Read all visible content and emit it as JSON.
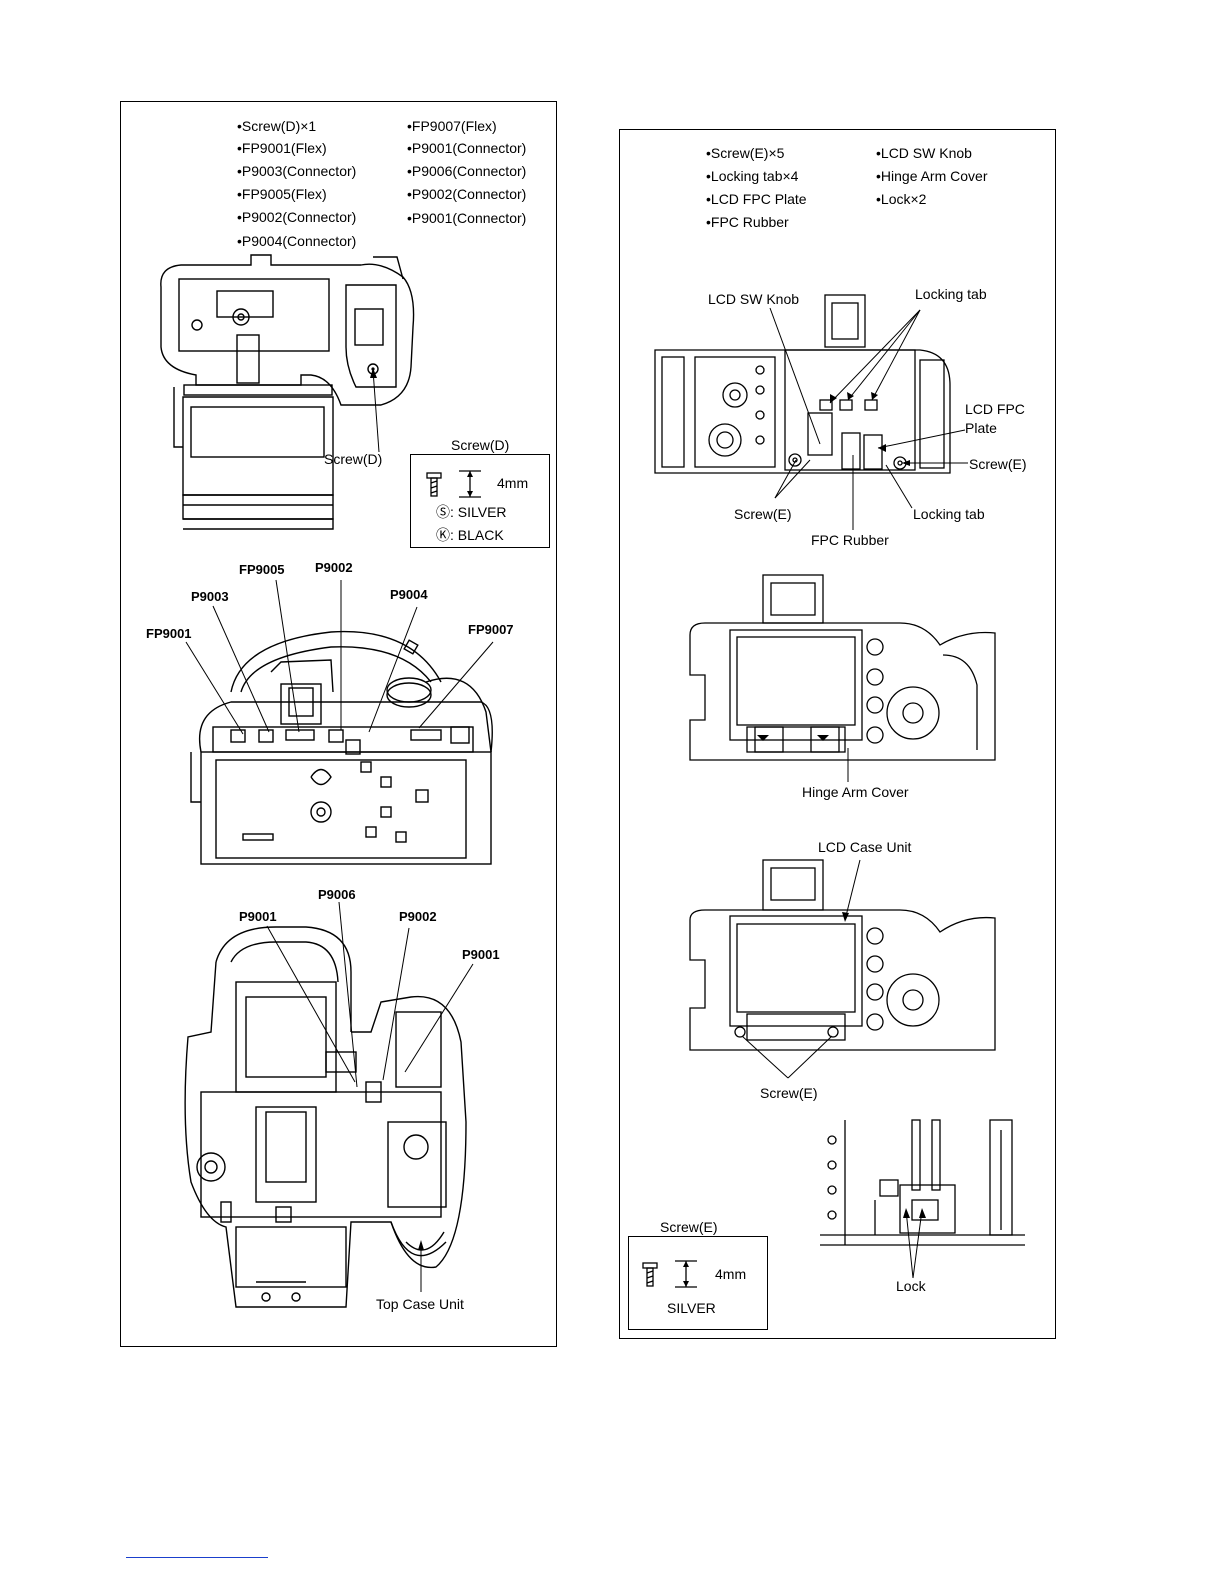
{
  "left_panel": {
    "parts_list": [
      "•Screw(D)×1",
      "•FP9001(Flex)",
      "•P9003(Connector)",
      "•FP9005(Flex)",
      "•P9002(Connector)",
      "•P9004(Connector)",
      "•FP9007(Flex)",
      "•P9001(Connector)",
      "•P9006(Connector)",
      "•P9002(Connector)",
      "•P9001(Connector)"
    ],
    "step1_label": "Screw(D)",
    "screw_spec": {
      "title": "Screw(D)",
      "length": "4mm",
      "silver": "Ⓢ: SILVER",
      "black": "Ⓚ: BLACK"
    },
    "step2_labels": {
      "fp9005": "FP9005",
      "p9002": "P9002",
      "p9003": "P9003",
      "p9004": "P9004",
      "fp9001": "FP9001",
      "fp9007": "FP9007"
    },
    "step3_labels": {
      "p9006": "P9006",
      "p9001a": "P9001",
      "p9002": "P9002",
      "p9001b": "P9001",
      "top_case": "Top Case Unit"
    }
  },
  "right_panel": {
    "parts_list": [
      "•Screw(E)×5",
      "•Locking tab×4",
      "•LCD FPC Plate",
      "•FPC Rubber",
      "•LCD SW Knob",
      "•Hinge Arm Cover",
      "•Lock×2"
    ],
    "step1_labels": {
      "lcd_sw_knob": "LCD SW Knob",
      "locking_tab_top": "Locking tab",
      "lcd_fpc_plate_1": "LCD FPC",
      "lcd_fpc_plate_2": "Plate",
      "screw_e_right": "Screw(E)",
      "screw_e_left": "Screw(E)",
      "locking_tab_bottom": "Locking tab",
      "fpc_rubber": "FPC Rubber"
    },
    "step2_label": "Hinge Arm Cover",
    "step3_labels": {
      "lcd_case": "LCD Case Unit",
      "screw_e": "Screw(E)"
    },
    "step4_label": "Lock",
    "screw_spec": {
      "title": "Screw(E)",
      "length": "4mm",
      "finish": "SILVER"
    }
  }
}
